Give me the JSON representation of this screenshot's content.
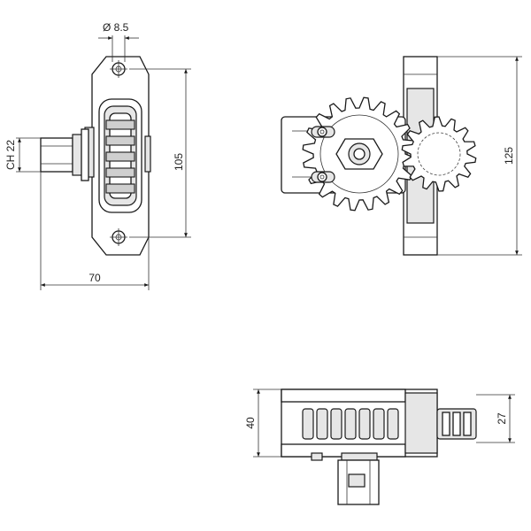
{
  "dimensions": {
    "hole_diameter": "Ø 8.5",
    "hex_size": "CH 22",
    "front_height": "105",
    "front_width": "70",
    "side_height": "125",
    "bottom_height": "40",
    "bottom_gear_height": "27"
  },
  "views": [
    "front-view",
    "side-view",
    "bottom-view"
  ]
}
